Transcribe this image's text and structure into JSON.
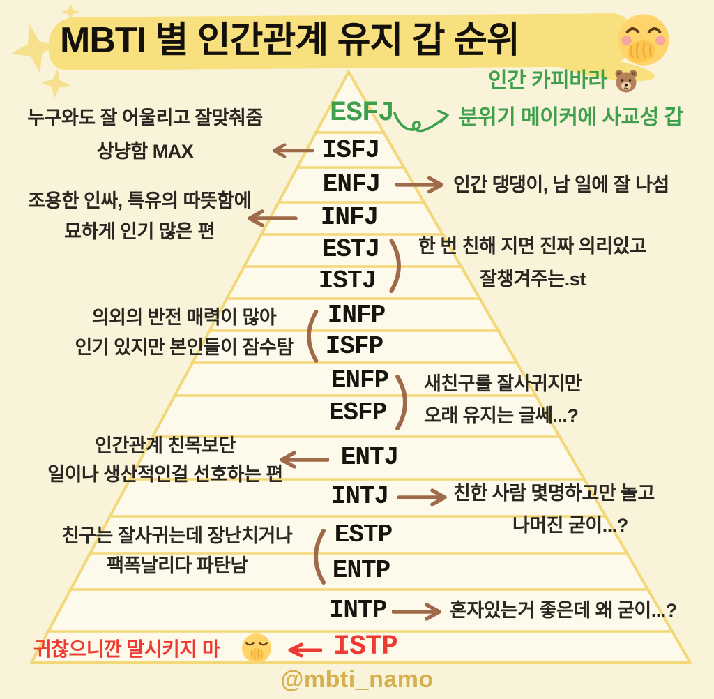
{
  "title": {
    "text": "MBTI 별 인간관계 유지 갑 순위",
    "emoji": "face-with-hand-over-mouth"
  },
  "esfj_callout": {
    "line1": "인간 카피바라",
    "line1_emoji": "bear-face",
    "line2": "분위기 메이커에 사교성 갑",
    "connector": "green-curly-arrow"
  },
  "pyramid": {
    "types": [
      "ESFJ",
      "ISFJ",
      "ENFJ",
      "INFJ",
      "ESTJ",
      "ISTJ",
      "INFP",
      "ISFP",
      "ENFP",
      "ESFP",
      "ENTJ",
      "INTJ",
      "ESTP",
      "ENTP",
      "INTP",
      "ISTP"
    ]
  },
  "annotations": {
    "isfj": {
      "line1": "누구와도 잘 어울리고 잘맞춰줌",
      "line2": "상냥함 MAX",
      "connector": "arrow-left"
    },
    "enfj": {
      "line1": "인간 댕댕이, 남 일에 잘 나섬",
      "connector": "arrow-right"
    },
    "infj": {
      "line1": "조용한 인싸, 특유의 따뜻함에",
      "line2": "묘하게 인기 많은 편",
      "connector": "arrow-left"
    },
    "estj_istj": {
      "line1": "한 번 친해 지면 진짜 의리있고",
      "line2": "잘챙겨주는.st",
      "connector": "brace-right"
    },
    "infp_isfp": {
      "line1": "의외의 반전 매력이 많아",
      "line2": "인기 있지만 본인들이 잠수탐",
      "connector": "brace-left"
    },
    "enfp_esfp": {
      "line1": "새친구를 잘사귀지만",
      "line2": "오래 유지는 글쎄...?",
      "connector": "brace-right"
    },
    "entj": {
      "line1": "인간관계 친목보단",
      "line2": "일이나 생산적인걸 선호하는 편",
      "connector": "arrow-left"
    },
    "intj": {
      "line1": "친한 사람 몇명하고만 놀고",
      "line2": "나머진 굳이...?",
      "connector": "arrow-right"
    },
    "estp_entp": {
      "line1": "친구는 잘사귀는데 장난치거나",
      "line2": "팩폭날리다 파탄남",
      "connector": "brace-left"
    },
    "intp": {
      "line1": "혼자있는거 좋은데 왜 굳이...?",
      "connector": "arrow-right"
    },
    "istp": {
      "line1": "귀찮으니깐 말시키지 마",
      "emoji": "yawning-face",
      "connector": "arrow-left"
    }
  },
  "footer": {
    "handle": "@mbti_namo"
  },
  "colors": {
    "background": "#f9f3da",
    "pyramid_fill": "#fdfaeb",
    "pyramid_line": "#f3d87a",
    "title_highlight": "#f7e07d",
    "sparkle": "#f6e08d",
    "accent_green": "#3ea04c",
    "accent_brown": "#9e6a4a",
    "accent_red": "#ee3a33",
    "handle_gold": "#d6b04e",
    "text": "#2a2621"
  }
}
